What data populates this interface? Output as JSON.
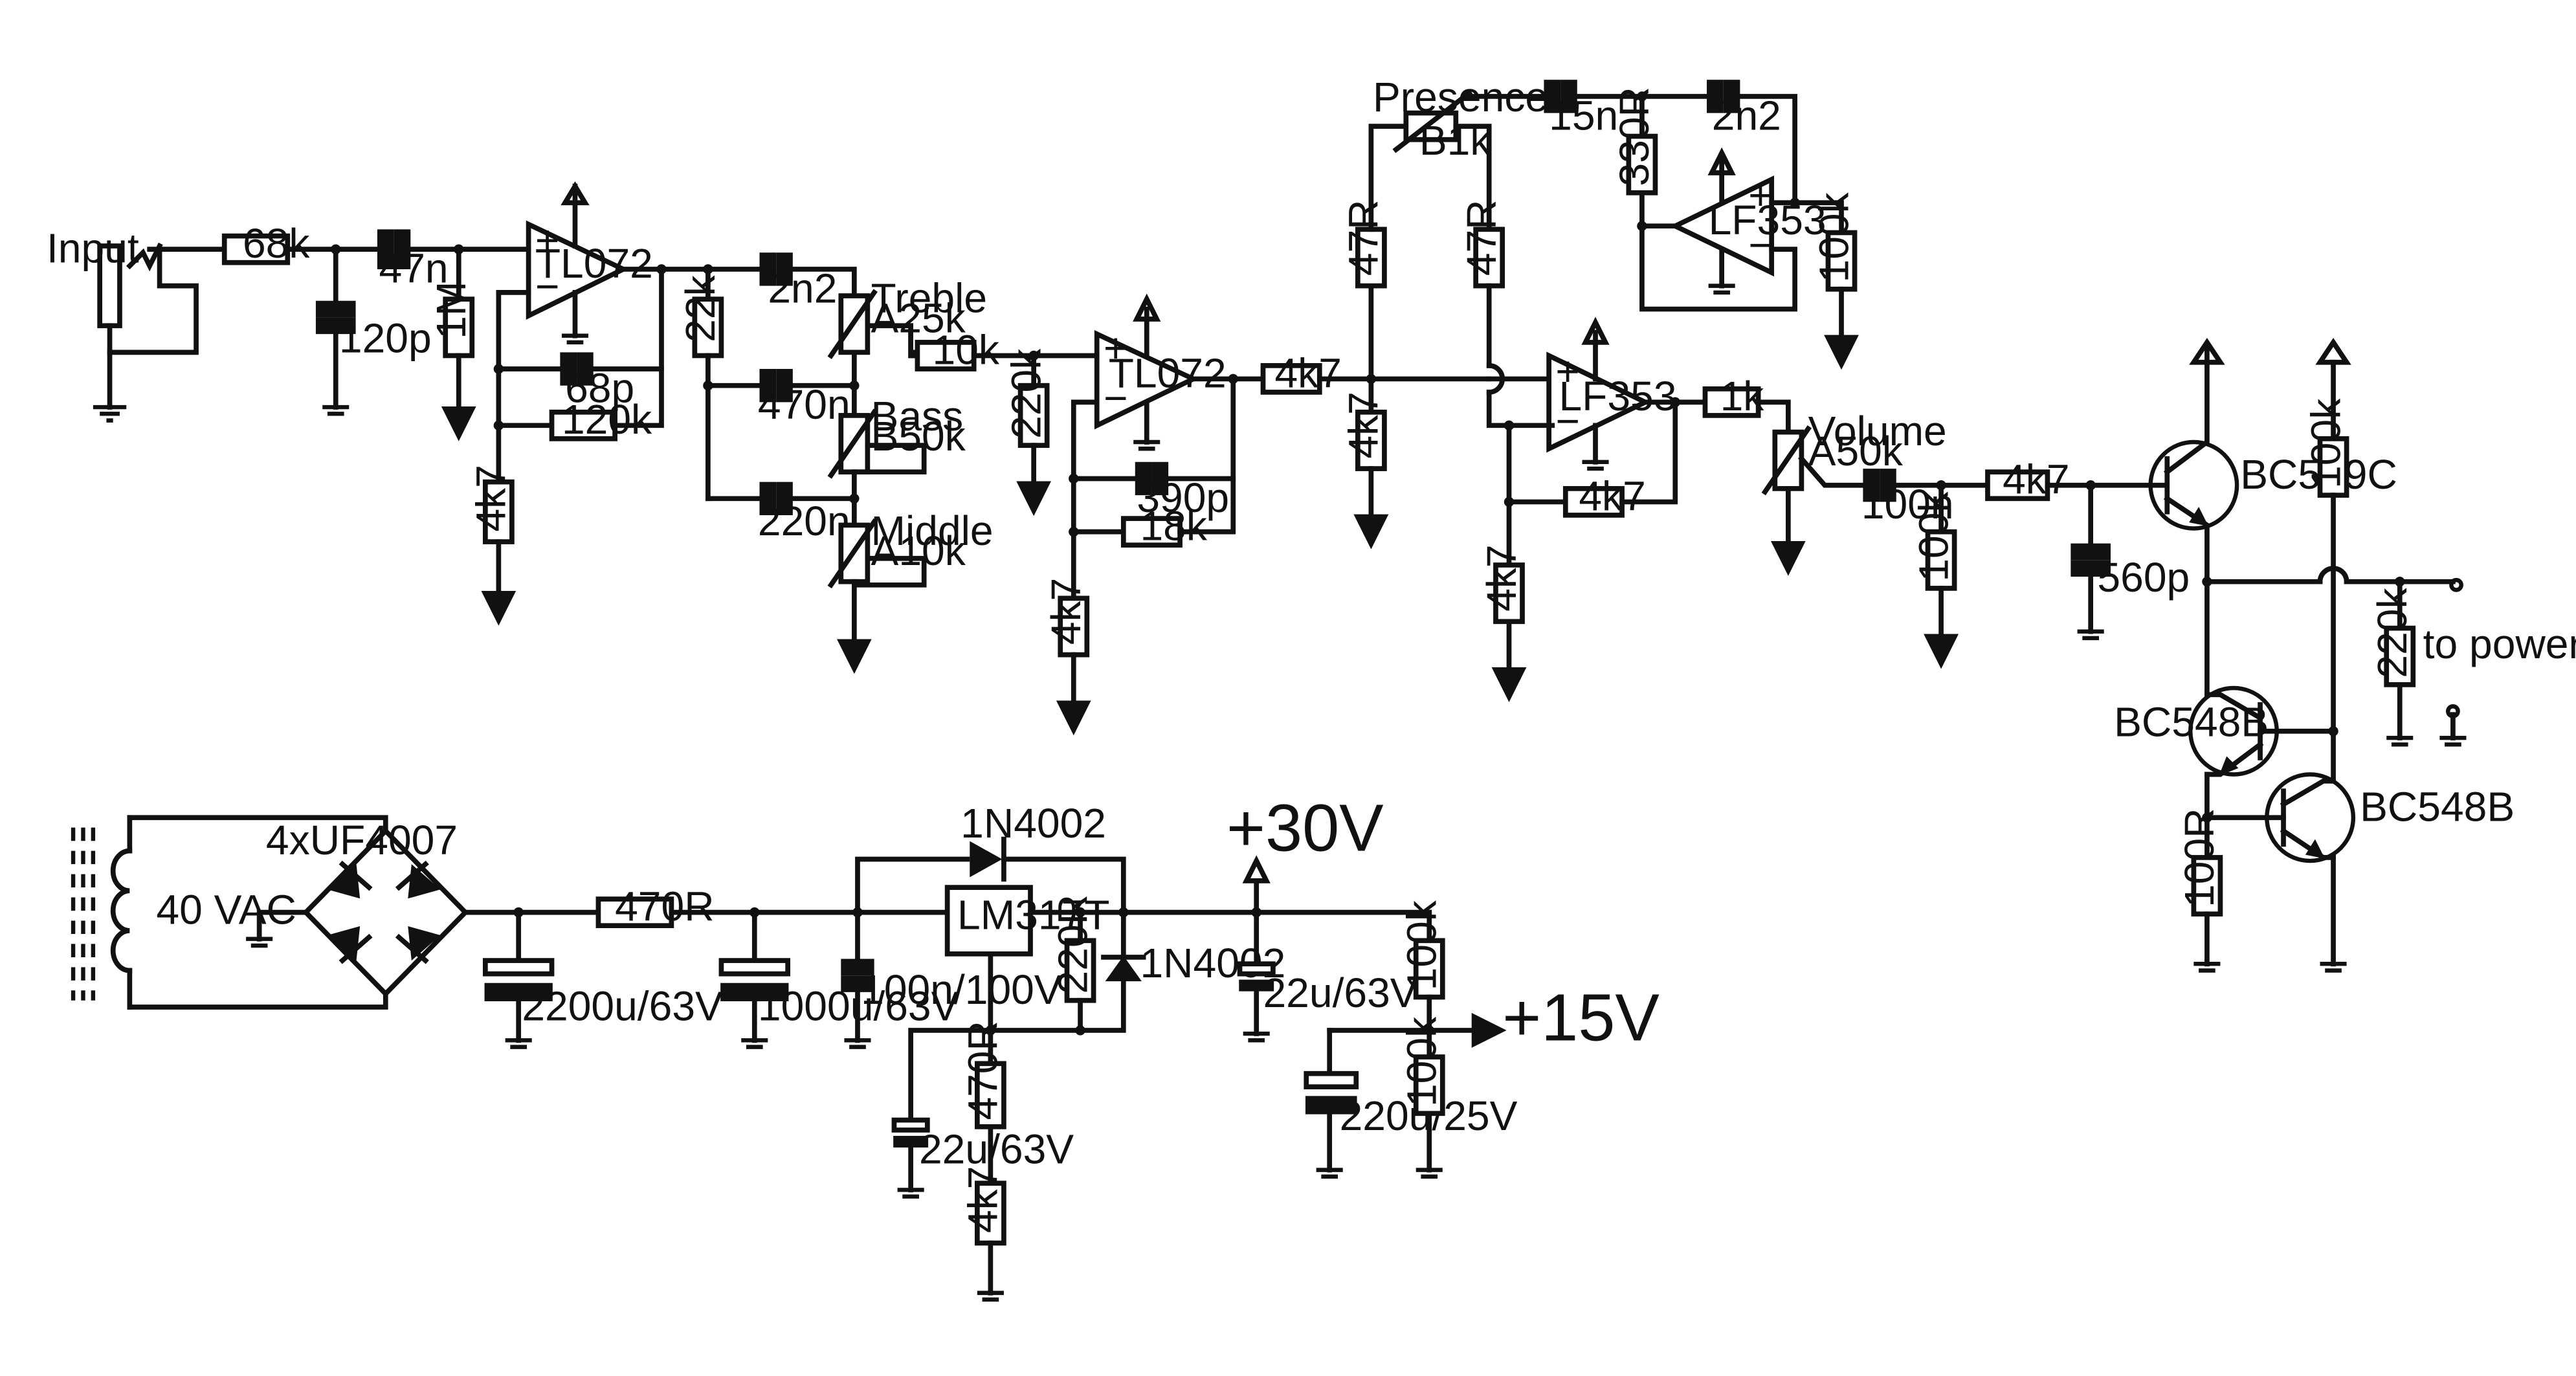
{
  "labels": {
    "input": "Input",
    "r_68k": "68k",
    "c_47n": "47n",
    "c_120p": "120p",
    "r_1M": "1M",
    "u1": "TL072",
    "c_68p": "68p",
    "r_120k": "120k",
    "r_4k7_a": "4k7",
    "r_22k": "22k",
    "c_2n2_a": "2n2",
    "c_470n": "470n",
    "c_220n": "220n",
    "treble_name": "Treble",
    "treble_val": "A25k",
    "bass_name": "Bass",
    "bass_val": "B50k",
    "middle_name": "Middle",
    "middle_val": "A10k",
    "r_10k": "10k",
    "r_220k_a": "220k",
    "u2": "TL072",
    "c_390p": "390p",
    "r_18k": "18k",
    "r_4k7_b": "4k7",
    "r_4k7_c": "4k7",
    "r_4k7_d": "4k7",
    "presence_name": "Presence",
    "presence_val": "B1k",
    "r_47R_a": "47R",
    "r_47R_b": "47R",
    "c_15n": "15n",
    "c_2n2_b": "2n2",
    "r_330R": "330R",
    "u3": "LF353",
    "r_100k_a": "100k",
    "u4": "LF353",
    "r_4k7_e": "4k7",
    "r_4k7_f": "4k7",
    "r_1k": "1k",
    "volume_name": "Volume",
    "volume_val": "A50k",
    "c_100n": "100n",
    "r_100k_b": "100k",
    "r_4k7_g": "4k7",
    "c_560p": "560p",
    "q1": "BC549C",
    "r_100k_c": "100k",
    "r_220k_b": "220k",
    "to_power_amp": "to power amp",
    "q2": "BC548B",
    "q3": "BC548B",
    "r_100R": "100R",
    "bridge": "4xUF4007",
    "vac": "40 VAC",
    "c_2200u": "2200u/63V",
    "r_470R_a": "470R",
    "c_1000u": "1000u/63V",
    "c_100n_100v": "100n/100V",
    "d_1N4002_a": "1N4002",
    "reg": "LM317T",
    "r_220R": "220R",
    "d_1N4002_b": "1N4002",
    "plus30": "+30V",
    "c_22u_a": "22u/63V",
    "r_100k_d": "100k",
    "r_100k_e": "100k",
    "plus15": "+15V",
    "c_220u": "220u/25V",
    "c_22u_b": "22u/63V",
    "r_470R_b": "470R",
    "r_4k7_h": "4k7"
  }
}
